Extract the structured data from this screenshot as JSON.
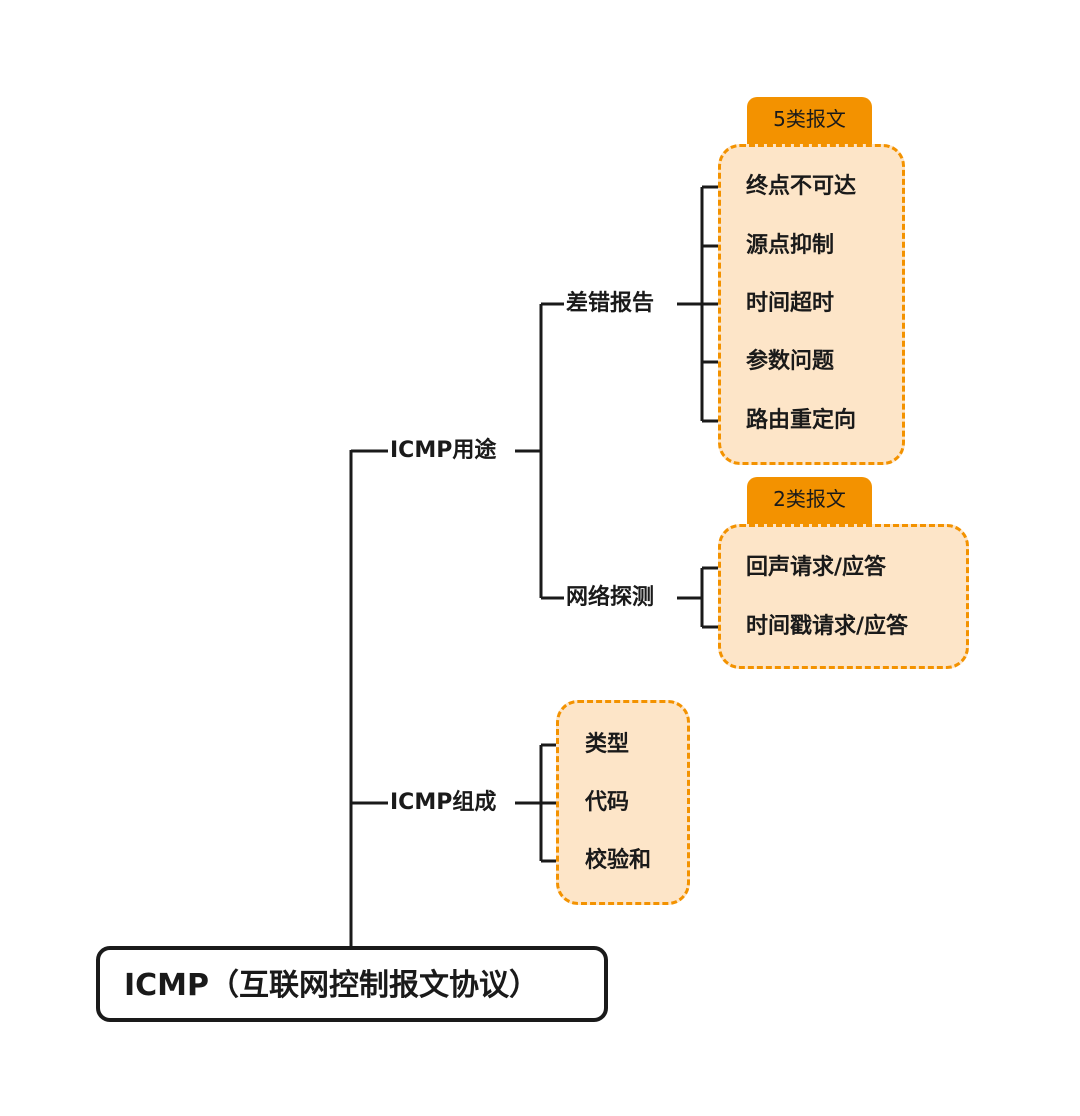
{
  "root": {
    "label": "ICMP（互联网控制报文协议）"
  },
  "branches": {
    "usage": {
      "label": "ICMP用途",
      "error_report": {
        "label": "差错报告",
        "tag": "5类报文",
        "items": [
          "终点不可达",
          "源点抑制",
          "时间超时",
          "参数问题",
          "路由重定向"
        ]
      },
      "net_probe": {
        "label": "网络探测",
        "tag": "2类报文",
        "items": [
          "回声请求/应答",
          "时间戳请求/应答"
        ]
      }
    },
    "composition": {
      "label": "ICMP组成",
      "items": [
        "类型",
        "代码",
        "校验和"
      ]
    }
  },
  "colors": {
    "accent": "#f39200",
    "box_fill": "#fde5c8",
    "line": "#1a1a1a"
  }
}
